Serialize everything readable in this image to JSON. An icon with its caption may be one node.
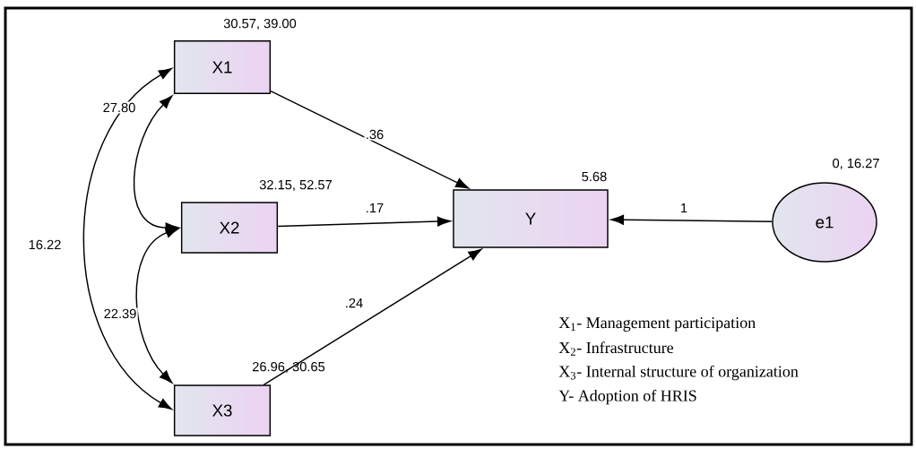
{
  "diagram": {
    "nodes": [
      {
        "text": [
          "X1"
        ],
        "beside": [
          "30.57, 39.00"
        ]
      },
      {
        "text": [
          "X2"
        ],
        "beside": [
          "32.15, 52.57"
        ]
      },
      {
        "text": [
          "X3"
        ],
        "beside": [
          "26.96, 30.65"
        ]
      },
      {
        "text": [
          "Y"
        ],
        "beside": [
          "5.68"
        ]
      },
      {
        "text": [
          "e1"
        ],
        "beside": [
          "0, 16.27"
        ]
      }
    ],
    "edges": [
      {
        "from": 0,
        "to": 3,
        "arrow": "to",
        "label": ".36"
      },
      {
        "from": 1,
        "to": 3,
        "arrow": "to",
        "label": ".17"
      },
      {
        "from": 2,
        "to": 3,
        "arrow": "to",
        "label": ".24"
      },
      {
        "from": 4,
        "to": 3,
        "arrow": "to",
        "label": "1"
      },
      {
        "from": 0,
        "to": 1,
        "arrow": "both",
        "label": "27.80"
      },
      {
        "from": 1,
        "to": 2,
        "arrow": "both",
        "label": "22.39"
      },
      {
        "from": 0,
        "to": 2,
        "arrow": "both",
        "label": "16.22"
      }
    ],
    "labels": [
      "X$_{1}$- Management participation",
      "X$_{2}$- Infrastructure",
      "X$_{3}$- Internal structure of organization",
      "Y- Adoption of HRIS"
    ]
  }
}
